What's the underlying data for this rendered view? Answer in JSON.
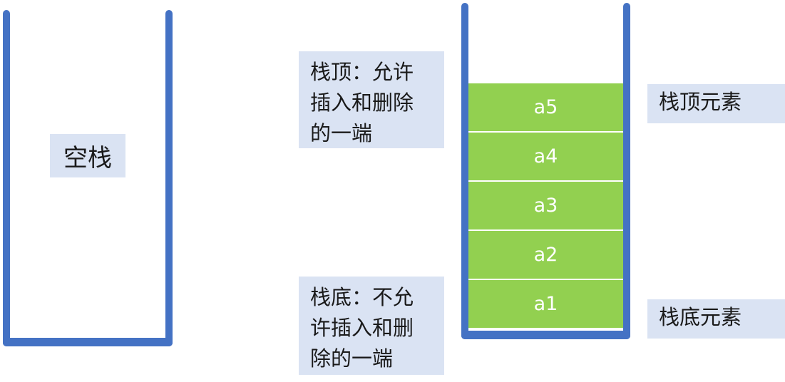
{
  "empty_stack": {
    "label": "空栈"
  },
  "stack": {
    "cells": [
      "a5",
      "a4",
      "a3",
      "a2",
      "a1"
    ],
    "top_note_lines": [
      "栈顶：允许",
      "插入和删除",
      "的一端"
    ],
    "bottom_note_lines": [
      "栈底：不允",
      "许插入和删",
      "除的一端"
    ],
    "top_element_label": "栈顶元素",
    "bottom_element_label": "栈底元素"
  },
  "colors": {
    "wall": "#4472c4",
    "cell_fill": "#92d050",
    "cell_text": "#ffffff",
    "label_fill": "#dae3f3"
  }
}
